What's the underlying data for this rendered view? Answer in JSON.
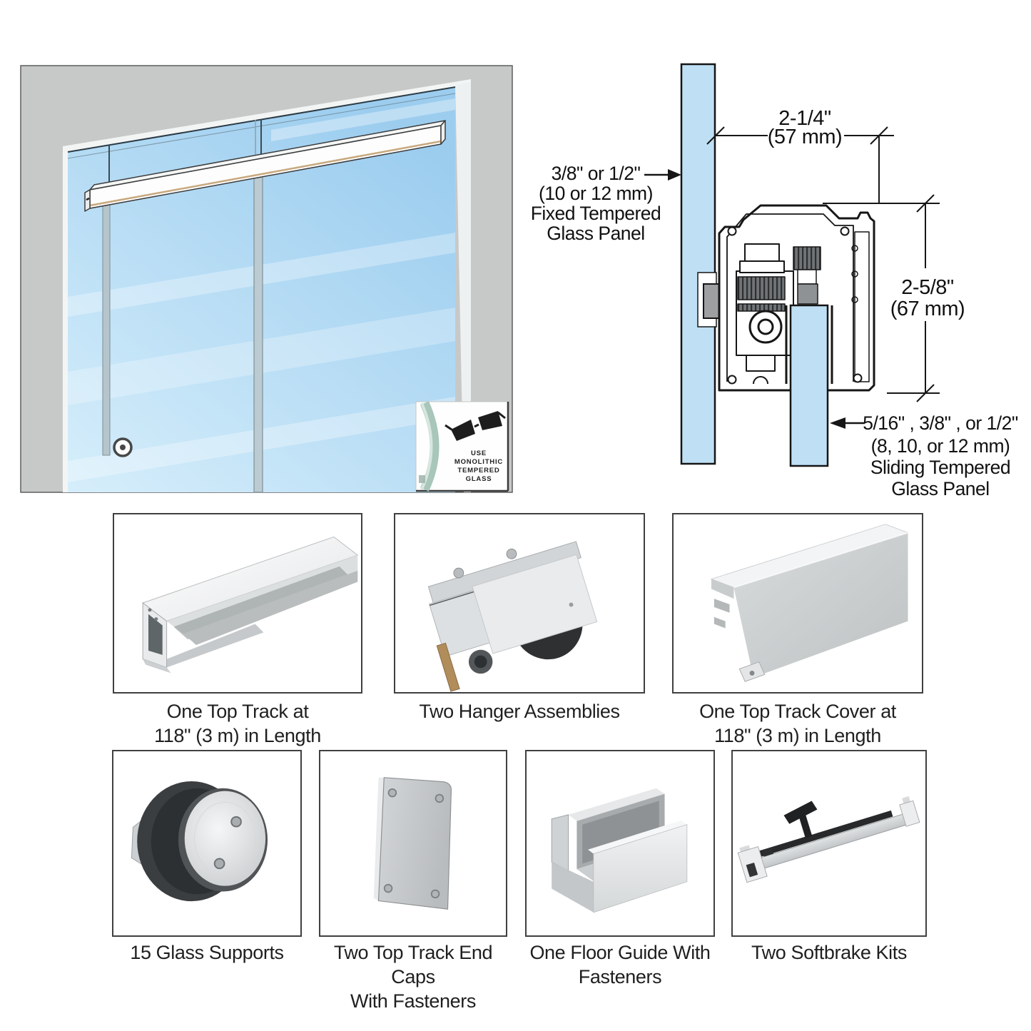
{
  "document": {
    "kind": "sliding-glass-door-hardware-spec-sheet"
  },
  "illustration": {
    "badge": {
      "lines": [
        "USE",
        "MONOLITHIC",
        "TEMPERED",
        "GLASS"
      ]
    }
  },
  "diagram": {
    "dim_width": {
      "imperial": "2-1/4\"",
      "metric": "(57 mm)"
    },
    "dim_height": {
      "imperial": "2-5/8\"",
      "metric": "(67 mm)"
    },
    "fixed_panel_label": {
      "lines": [
        "3/8\" or 1/2\"",
        "(10 or 12 mm)",
        "Fixed Tempered",
        "Glass Panel"
      ]
    },
    "sliding_panel_label": {
      "lines": [
        "5/16\" , 3/8\" , or 1/2\"",
        "(8, 10, or 12 mm)",
        "Sliding Tempered",
        "Glass Panel"
      ]
    }
  },
  "products": {
    "row1": [
      {
        "id": "top-track",
        "caption_lines": [
          "One Top Track at",
          "118\" (3 m) in Length"
        ]
      },
      {
        "id": "hanger-assemblies",
        "caption_lines": [
          "Two Hanger Assemblies"
        ]
      },
      {
        "id": "top-track-cover",
        "caption_lines": [
          "One Top Track Cover at",
          "118\" (3 m) in Length"
        ]
      }
    ],
    "row2": [
      {
        "id": "glass-supports",
        "caption_lines": [
          "15 Glass Supports"
        ]
      },
      {
        "id": "top-track-end-caps",
        "caption_lines": [
          "Two Top Track End Caps",
          "With Fasteners"
        ]
      },
      {
        "id": "floor-guide",
        "caption_lines": [
          "One Floor Guide With",
          "Fasteners"
        ]
      },
      {
        "id": "softbrake-kits",
        "caption_lines": [
          "Two Softbrake Kits"
        ]
      }
    ]
  },
  "colors": {
    "wall_gray": "#c7c9c8",
    "glass_blue_diagram": "#bfdff5",
    "glass_top": "#9ccdef",
    "glass_bottom": "#d6eefb",
    "line": "#161616",
    "accent_tan": "#c8a87e"
  }
}
